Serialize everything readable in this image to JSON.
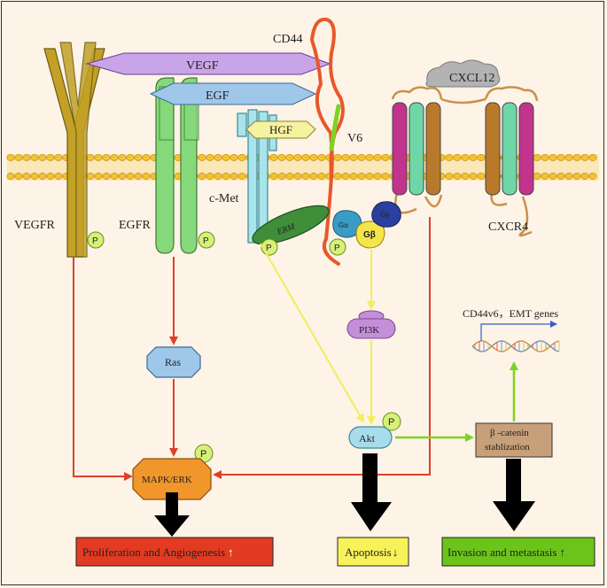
{
  "labels": {
    "cd44": "CD44",
    "vegf": "VEGF",
    "egf": "EGF",
    "hgf": "HGF",
    "cxcl12": "CXCL12",
    "v6": "V6",
    "cmet": "c-Met",
    "vegfr": "VEGFR",
    "egfr": "EGFR",
    "cxcr4": "CXCR4",
    "erm": "ERM",
    "p": "P",
    "galpha": "Gα",
    "gbeta": "Gβ",
    "ggamma": "Gγ",
    "pi3k": "PI3K",
    "ras": "Ras",
    "akt": "Akt",
    "mapk": "MAPK/ERK",
    "bcat_line1": "β -catenin",
    "bcat_line2": "stablization",
    "genes": "CD44v6，EMT genes"
  },
  "outcomes": {
    "proliferation": "Proliferation and Angiogenesis",
    "proliferation_arrow": "↑",
    "apoptosis": "Apoptosis",
    "apoptosis_arrow": "↓",
    "invasion": "Invasion and metastasis",
    "invasion_arrow": "↑"
  },
  "colors": {
    "background": "#fdf3e7",
    "membrane": "#f2c230",
    "vegfr": "#c2a126",
    "egfr": "#86d97a",
    "cmet": "#a8e4ec",
    "vegf": "#c9a4e8",
    "egf": "#9fc7ea",
    "hgf": "#f6f2a0",
    "cd44": "#e8582a",
    "v6": "#7ed321",
    "cxcl12": "#b3b3b3",
    "erm": "#3f8f3a",
    "red_arrow": "#e0402a",
    "yellow_arrow": "#f2ee5a",
    "green_arrow": "#7ed321",
    "p_badge": "#d7f07a",
    "prolif_box": "#e33b22",
    "apoptosis_box": "#f7f25a",
    "invasion_box": "#6cc41a",
    "bcat_box": "#c7a07a"
  }
}
